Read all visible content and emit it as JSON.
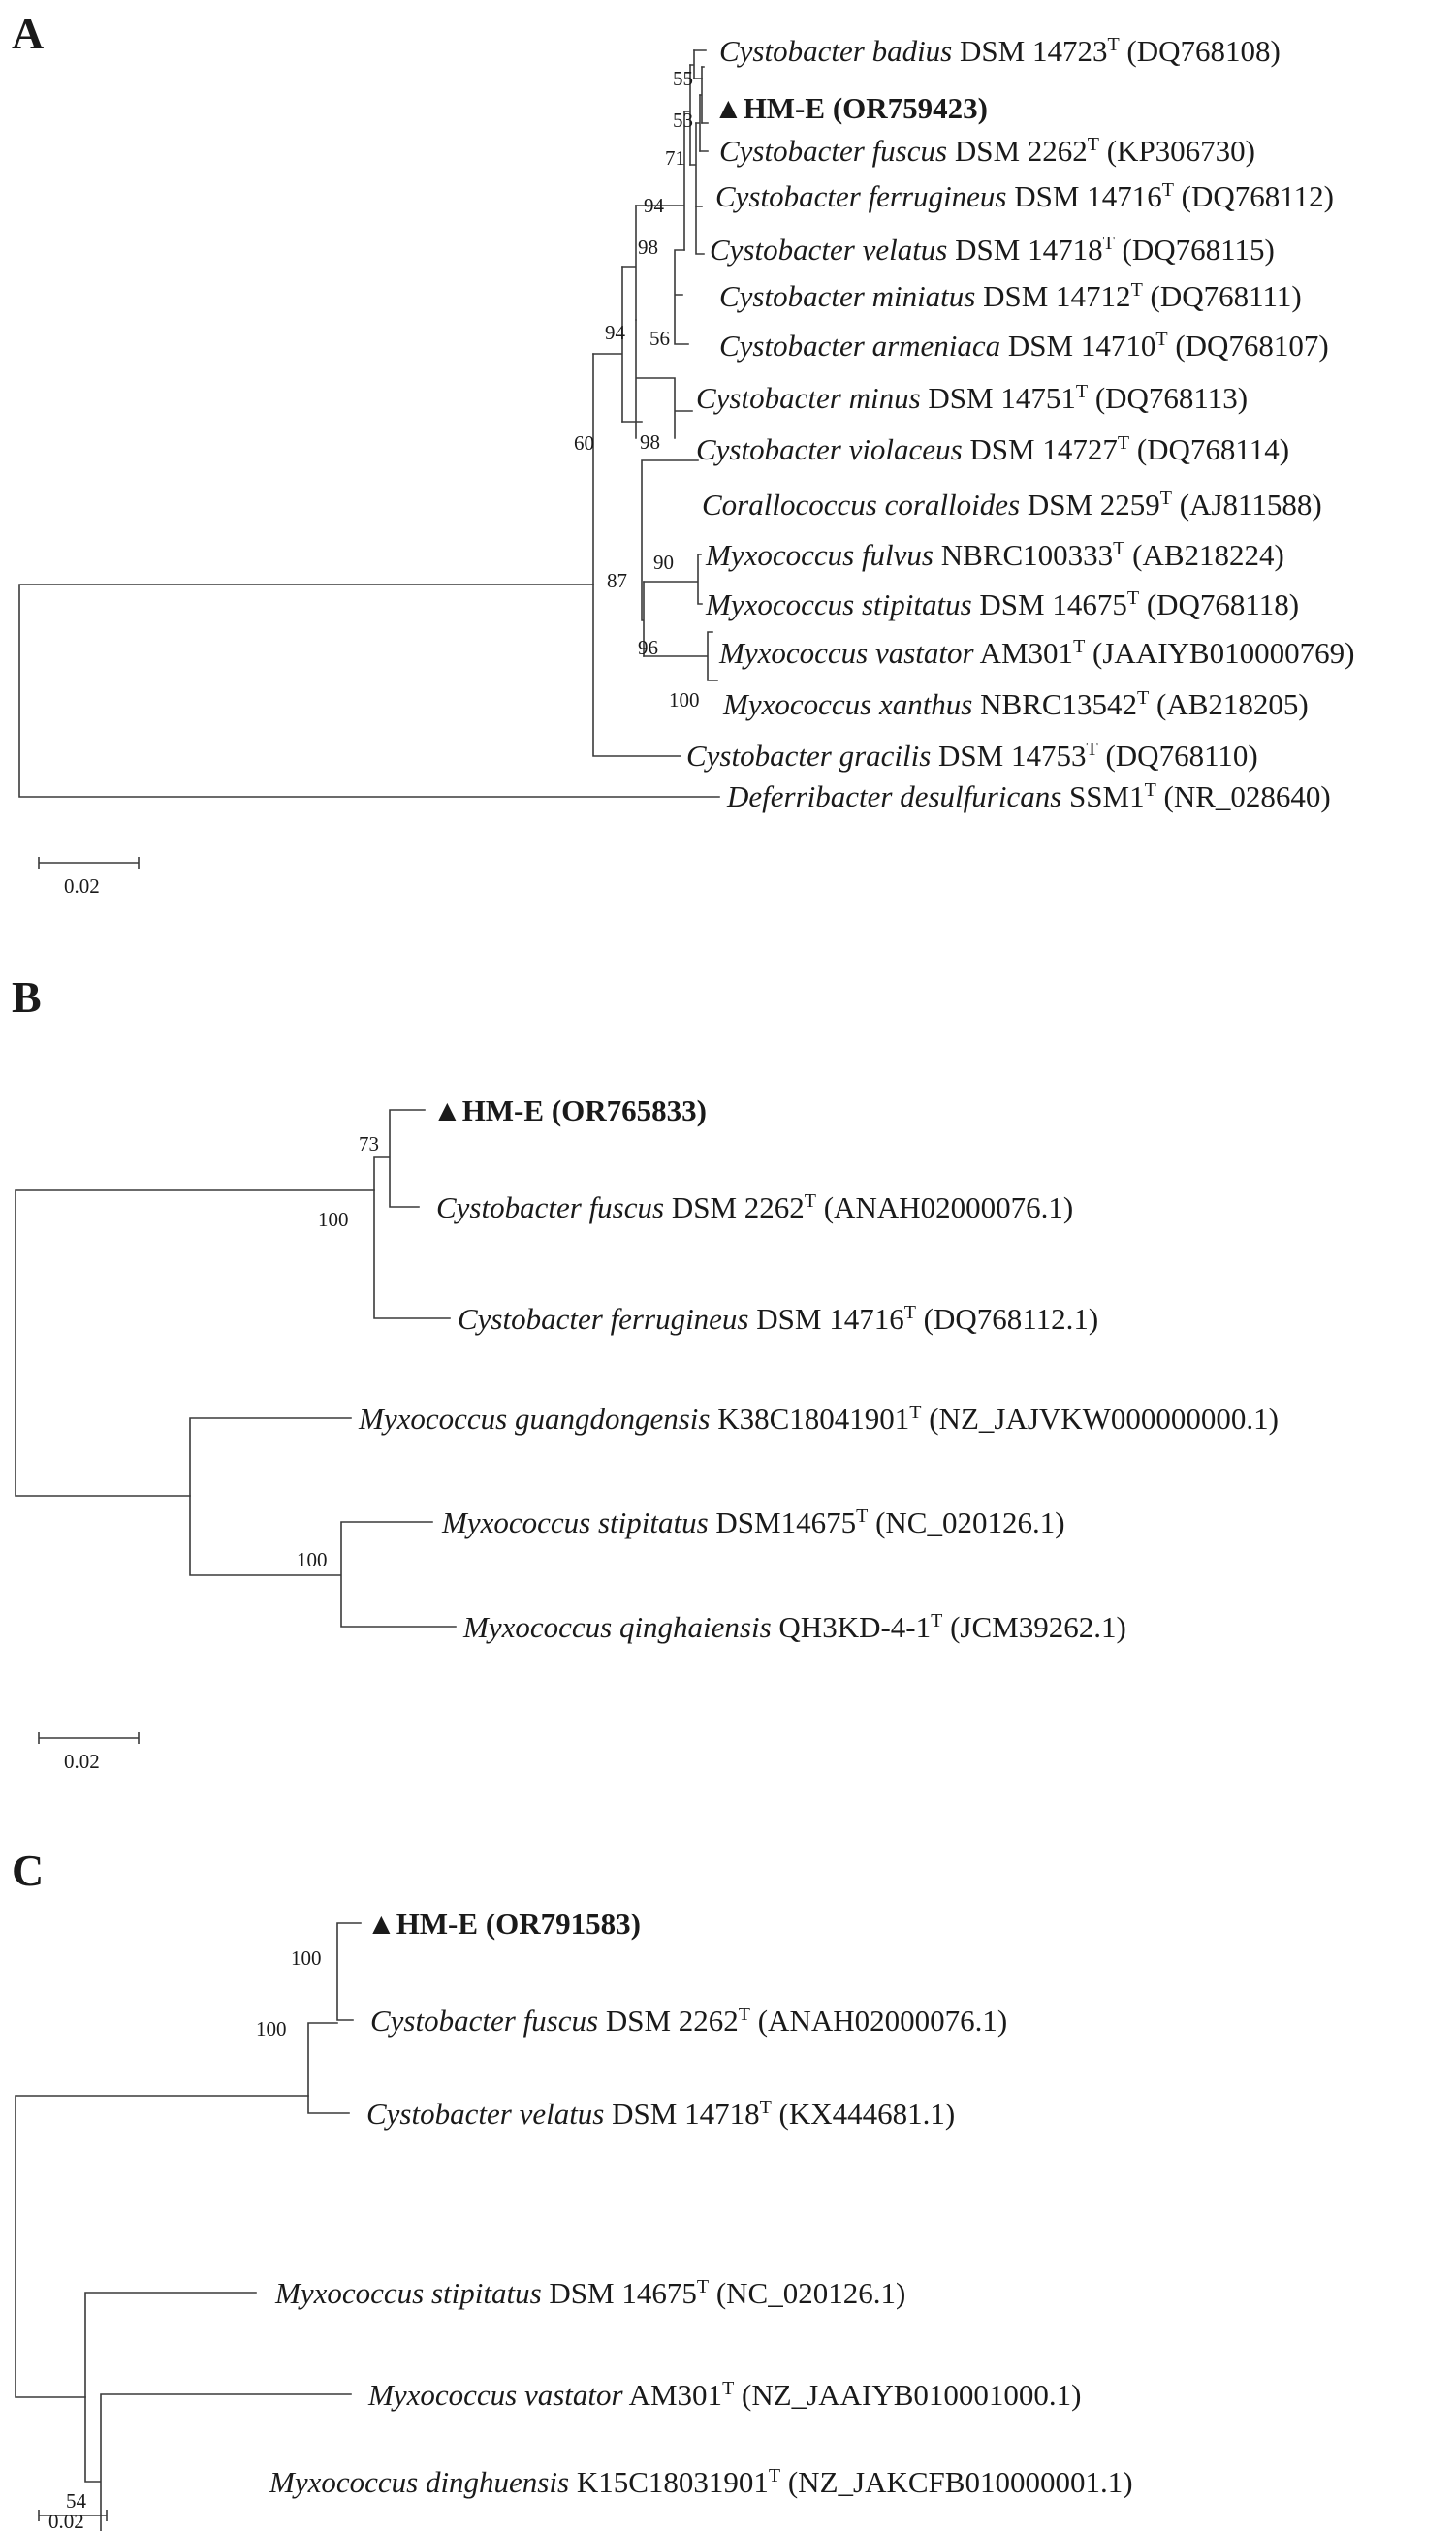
{
  "panels": [
    {
      "letter": "A",
      "scale_label": "0.02",
      "taxa": [
        {
          "genus": "Cystobacter",
          "epithet": "badius",
          "strain": "DSM 14723",
          "type": "T",
          "acc": "(DQ768108)"
        },
        {
          "highlight": true,
          "marker": "▲",
          "strain": "HM-E",
          "acc": "(OR759423)"
        },
        {
          "genus": "Cystobacter",
          "epithet": "fuscus",
          "strain": "DSM 2262",
          "type": "T",
          "acc": "(KP306730)"
        },
        {
          "genus": "Cystobacter",
          "epithet": "ferrugineus",
          "strain": "DSM 14716",
          "type": "T",
          "acc": "(DQ768112)"
        },
        {
          "genus": "Cystobacter",
          "epithet": "velatus",
          "strain": "DSM 14718",
          "type": "T",
          "acc": "(DQ768115)"
        },
        {
          "genus": "Cystobacter",
          "epithet": "miniatus",
          "strain": "DSM 14712",
          "type": "T",
          "acc": "(DQ768111)"
        },
        {
          "genus": "Cystobacter",
          "epithet": "armeniaca",
          "strain": "DSM 14710",
          "type": "T",
          "acc": "(DQ768107)"
        },
        {
          "genus": "Cystobacter",
          "epithet": "minus",
          "strain": "DSM 14751",
          "type": "T",
          "acc": "(DQ768113)"
        },
        {
          "genus": "Cystobacter",
          "epithet": "violaceus",
          "strain": "DSM 14727",
          "type": "T",
          "acc": "(DQ768114)"
        },
        {
          "genus": "Corallococcus",
          "epithet": "coralloides",
          "strain": "DSM 2259",
          "type": "T",
          "acc": "(AJ811588)"
        },
        {
          "genus": "Myxococcus",
          "epithet": "fulvus",
          "strain": "NBRC100333",
          "type": "T",
          "acc": "(AB218224)"
        },
        {
          "genus": "Myxococcus",
          "epithet": "stipitatus",
          "strain": "DSM 14675",
          "type": "T",
          "acc": "(DQ768118)"
        },
        {
          "genus": "Myxococcus",
          "epithet": "vastator",
          "strain": "AM301",
          "type": "T",
          "acc": "(JAAIYB010000769)"
        },
        {
          "genus": "Myxococcus",
          "epithet": "xanthus",
          "strain": "NBRC13542",
          "type": "T",
          "acc": "(AB218205)"
        },
        {
          "genus": "Cystobacter",
          "epithet": "gracilis",
          "strain": "DSM 14753",
          "type": "T",
          "acc": "(DQ768110)"
        },
        {
          "genus": "Deferribacter",
          "epithet": "desulfuricans",
          "strain": "SSM1",
          "type": "T",
          "acc": "(NR_028640)"
        }
      ],
      "bootstrap": [
        "55",
        "53",
        "71",
        "94",
        "98",
        "94",
        "56",
        "98",
        "60",
        "90",
        "87",
        "96",
        "100"
      ]
    },
    {
      "letter": "B",
      "scale_label": "0.02",
      "taxa": [
        {
          "highlight": true,
          "marker": "▲",
          "strain": "HM-E",
          "acc": "(OR765833)"
        },
        {
          "genus": "Cystobacter",
          "epithet": "fuscus",
          "strain": "DSM 2262",
          "type": "T",
          "acc": "(ANAH02000076.1)"
        },
        {
          "genus": "Cystobacter",
          "epithet": "ferrugineus",
          "strain": "DSM 14716",
          "type": "T",
          "acc": "(DQ768112.1)"
        },
        {
          "genus": "Myxococcus",
          "epithet": "guangdongensis",
          "strain": "K38C18041901",
          "type": "T",
          "acc": "(NZ_JAJVKW000000000.1)"
        },
        {
          "genus": "Myxococcus",
          "epithet": "stipitatus",
          "strain": "DSM14675",
          "type": "T",
          "acc": "(NC_020126.1)"
        },
        {
          "genus": "Myxococcus",
          "epithet": "qinghaiensis",
          "strain": "QH3KD-4-1",
          "type": "T",
          "acc": "(JCM39262.1)"
        }
      ],
      "bootstrap": [
        "73",
        "100",
        "100"
      ]
    },
    {
      "letter": "C",
      "scale_label": "0.02",
      "taxa": [
        {
          "highlight": true,
          "marker": "▲",
          "strain": "HM-E",
          "acc": "(OR791583)"
        },
        {
          "genus": "Cystobacter",
          "epithet": "fuscus",
          "strain": "DSM 2262",
          "type": "T",
          "acc": "(ANAH02000076.1)"
        },
        {
          "genus": "Cystobacter",
          "epithet": "velatus",
          "strain": "DSM 14718",
          "type": "T",
          "acc": "(KX444681.1)"
        },
        {
          "genus": "Myxococcus",
          "epithet": "stipitatus",
          "strain": "DSM 14675",
          "type": "T",
          "acc": "(NC_020126.1)"
        },
        {
          "genus": "Myxococcus",
          "epithet": "vastator",
          "strain": "AM301",
          "type": "T",
          "acc": "(NZ_JAAIYB010001000.1)"
        },
        {
          "genus": "Myxococcus",
          "epithet": "dinghuensis",
          "strain": "K15C18031901",
          "type": "T",
          "acc": "(NZ_JAKCFB010000001.1)"
        }
      ],
      "bootstrap": [
        "100",
        "100",
        "54"
      ]
    }
  ]
}
